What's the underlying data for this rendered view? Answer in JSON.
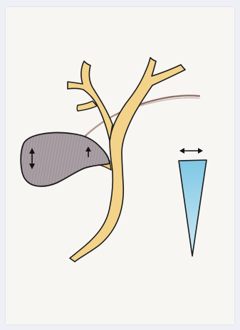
{
  "figure": {
    "components": [
      {
        "name": "biliary-tree",
        "kind": "duct-tree"
      },
      {
        "name": "gallbladder",
        "kind": "organ"
      },
      {
        "name": "vessel",
        "kind": "thin-line"
      },
      {
        "name": "cone",
        "kind": "tapered-wedge"
      }
    ],
    "arrows": [
      {
        "name": "gallbladder-arrow-left",
        "direction": "vertical-double"
      },
      {
        "name": "gallbladder-arrow-right",
        "direction": "vertical-single"
      },
      {
        "name": "cone-width-arrow",
        "direction": "horizontal-double"
      }
    ]
  },
  "colors": {
    "page_bg": "#eef0f6",
    "paper": "#f7f6f3",
    "duct_fill": "#f3d28a",
    "duct_stroke": "#1b1b1b",
    "gallbladder_fill": "#a79aa0",
    "cone_fill": "#8fcde6",
    "vessel": "#8a6b63"
  }
}
